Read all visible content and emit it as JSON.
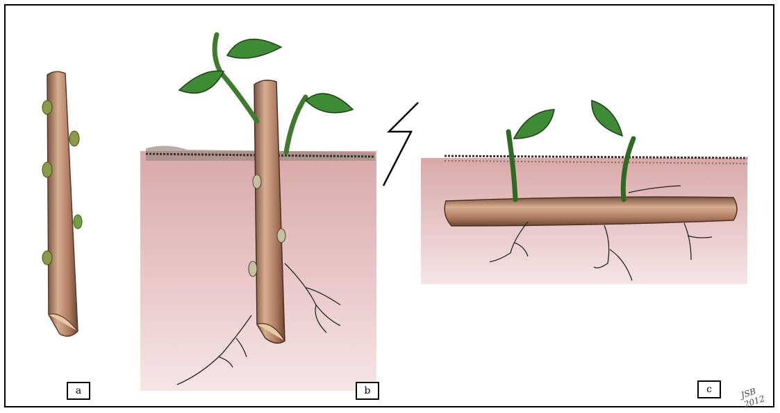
{
  "labels": {
    "a": "a",
    "b": "b",
    "c": "c"
  },
  "signature": "JSB 2012",
  "colors": {
    "soil": "#e8c8c8",
    "stem": "#b8876b",
    "leaf": "#3f8a34",
    "bud": "#8a9a45",
    "root": "#222222"
  }
}
